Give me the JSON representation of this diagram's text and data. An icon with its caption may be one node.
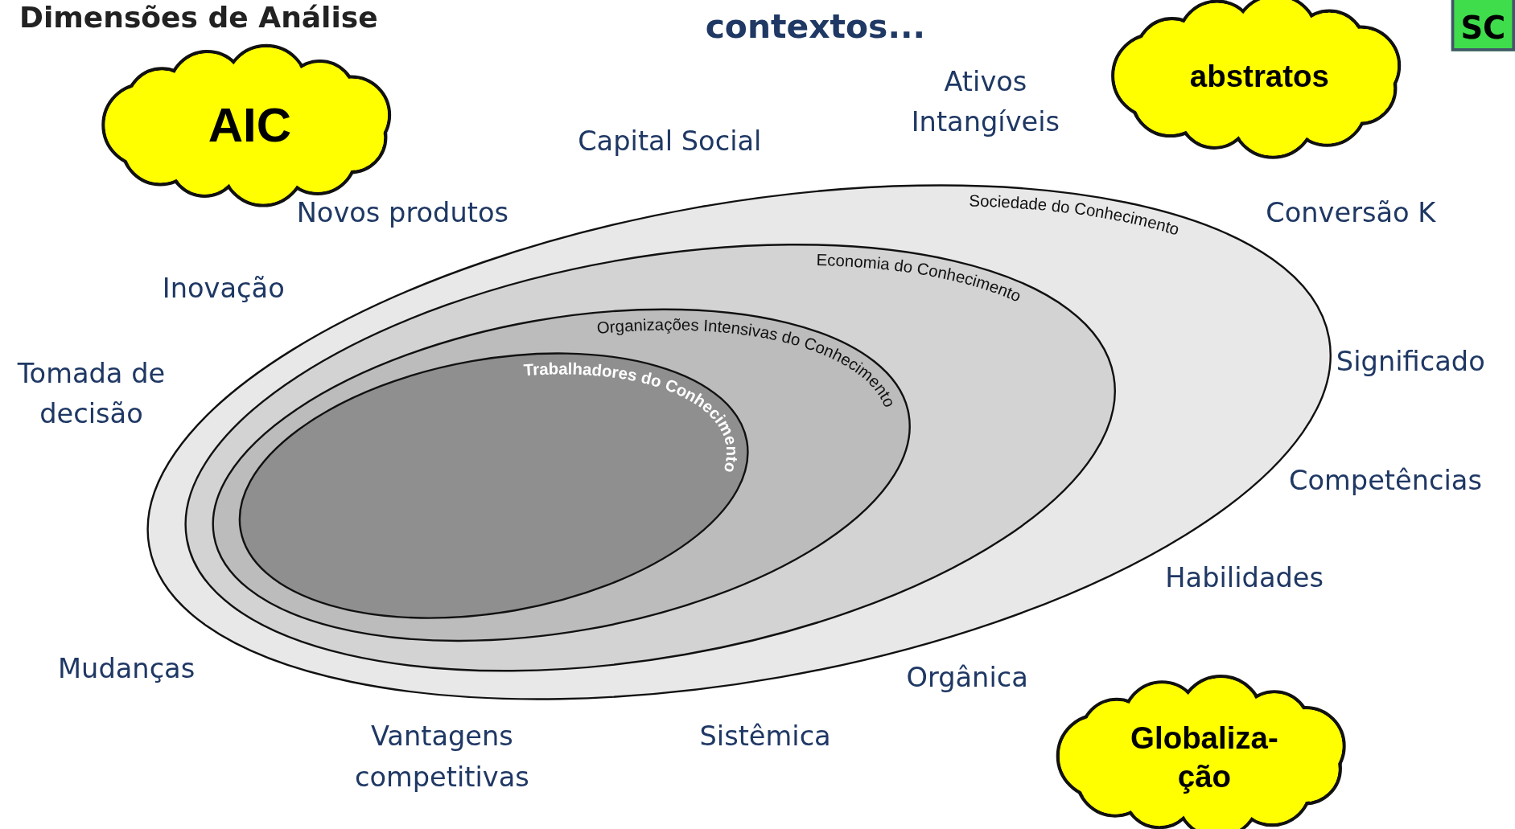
{
  "diagram": {
    "title": "Dimensões de Análise",
    "nodes": [
      {
        "text": [
          "AIC"
        ]
      },
      {
        "text": [
          "abstratos"
        ]
      },
      {
        "text": [
          "SC"
        ]
      },
      {
        "text": [
          "Sociedade do Conhecimento"
        ]
      },
      {
        "text": [
          "Economia do Conhecimento"
        ],
        "in": 3
      },
      {
        "text": [
          "Organizações Intensivas do Conhecimento"
        ],
        "in": 4
      },
      {
        "text": [
          "Trabalhadores do Conhecimento"
        ],
        "in": 5
      },
      {
        "text": [
          "Globaliza-ção"
        ]
      }
    ],
    "labels": [
      "contextos...",
      "Ativos Intangíveis",
      "Capital Social",
      "Novos produtos",
      "Conversão K",
      "Inovação",
      "Significado",
      "Tomada de decisão",
      "Competências",
      "Habilidades",
      "Mudanças",
      "Orgânica",
      "Vantagens competitivas",
      "Sistêmica"
    ]
  }
}
